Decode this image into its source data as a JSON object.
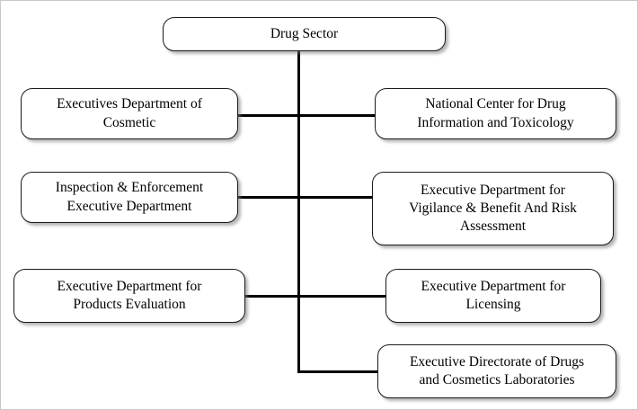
{
  "diagram": {
    "title": "Drug Sector organizational structure",
    "type": "organizational-chart",
    "colors": {
      "box_border": "#1a1a1a",
      "box_fill": "#ffffff",
      "connector": "#000000",
      "shadow": "#787878",
      "frame": "#c8c8c8"
    },
    "nodes": {
      "root": "Drug Sector",
      "cosmetic": "Executives Department of\nCosmetic",
      "national_center": "National Center for Drug\nInformation and Toxicology",
      "inspection": "Inspection & Enforcement\nExecutive Department",
      "vigilance": "Executive Department for\nVigilance & Benefit And Risk\nAssessment",
      "products": "Executive Department for\nProducts Evaluation",
      "licensing": "Executive Department for\nLicensing",
      "laboratories": "Executive Directorate of Drugs\nand Cosmetics Laboratories"
    }
  }
}
